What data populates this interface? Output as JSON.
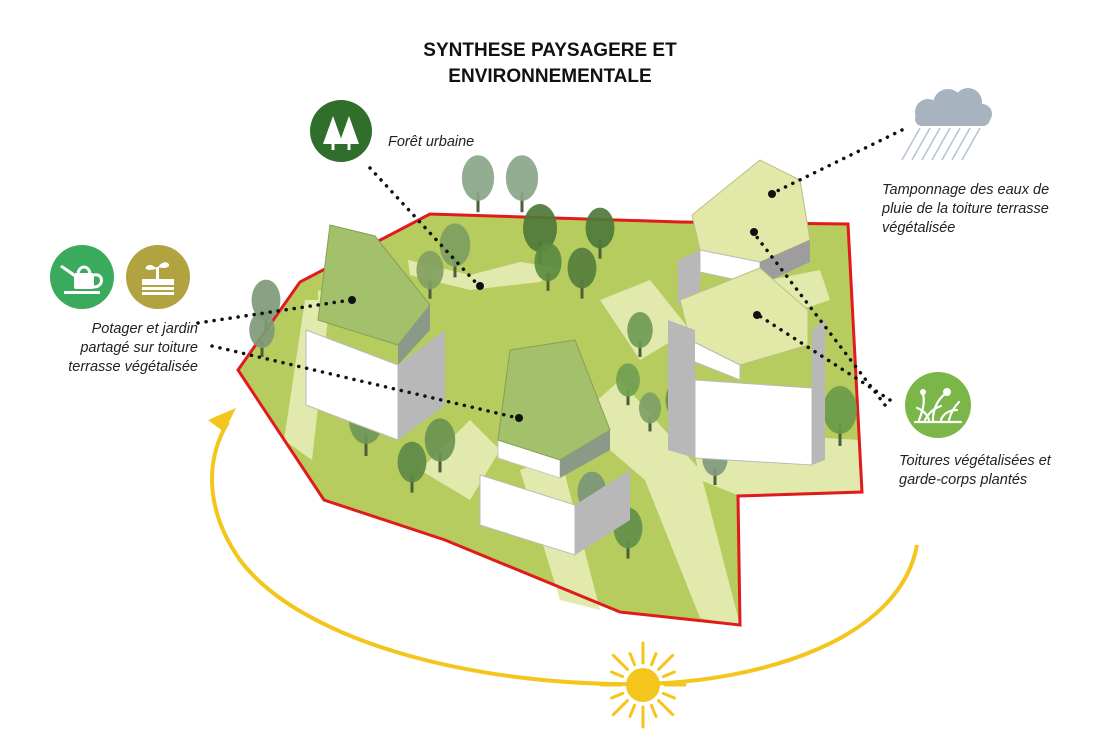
{
  "title": {
    "line1": "SYNTHESE PAYSAGERE ET",
    "line2": "ENVIRONNEMENTALE"
  },
  "labels": {
    "foret": [
      "Forêt urbaine"
    ],
    "tamponnage": [
      "Tamponnage des eaux de",
      "pluie de la toiture terrasse",
      "végétalisée"
    ],
    "potager": [
      "Potager et jardin",
      "partagé sur toiture",
      "terrasse végétalisée"
    ],
    "toitures": [
      "Toitures végétalisées et",
      "garde-corps plantés"
    ]
  },
  "icons": {
    "foret": "forest-icon",
    "rain": "rain-cloud-icon",
    "watering": "watering-can-icon",
    "planter": "planter-box-icon",
    "plants": "green-roof-plants-icon",
    "sun": "sun-icon"
  },
  "colors": {
    "site_outline": "#e11b1b",
    "ground": "#b6cc5e",
    "paths": "#e2e9ad",
    "roof_green": "#a3c06a",
    "roof_light": "#e1e8a8",
    "forest_icon": "#2f6e2b",
    "watering_icon": "#3aaa5c",
    "planter_icon": "#b1a440",
    "plants_icon": "#7ab648",
    "sun": "#f4c51c",
    "cloud": "#a7b4c0"
  }
}
